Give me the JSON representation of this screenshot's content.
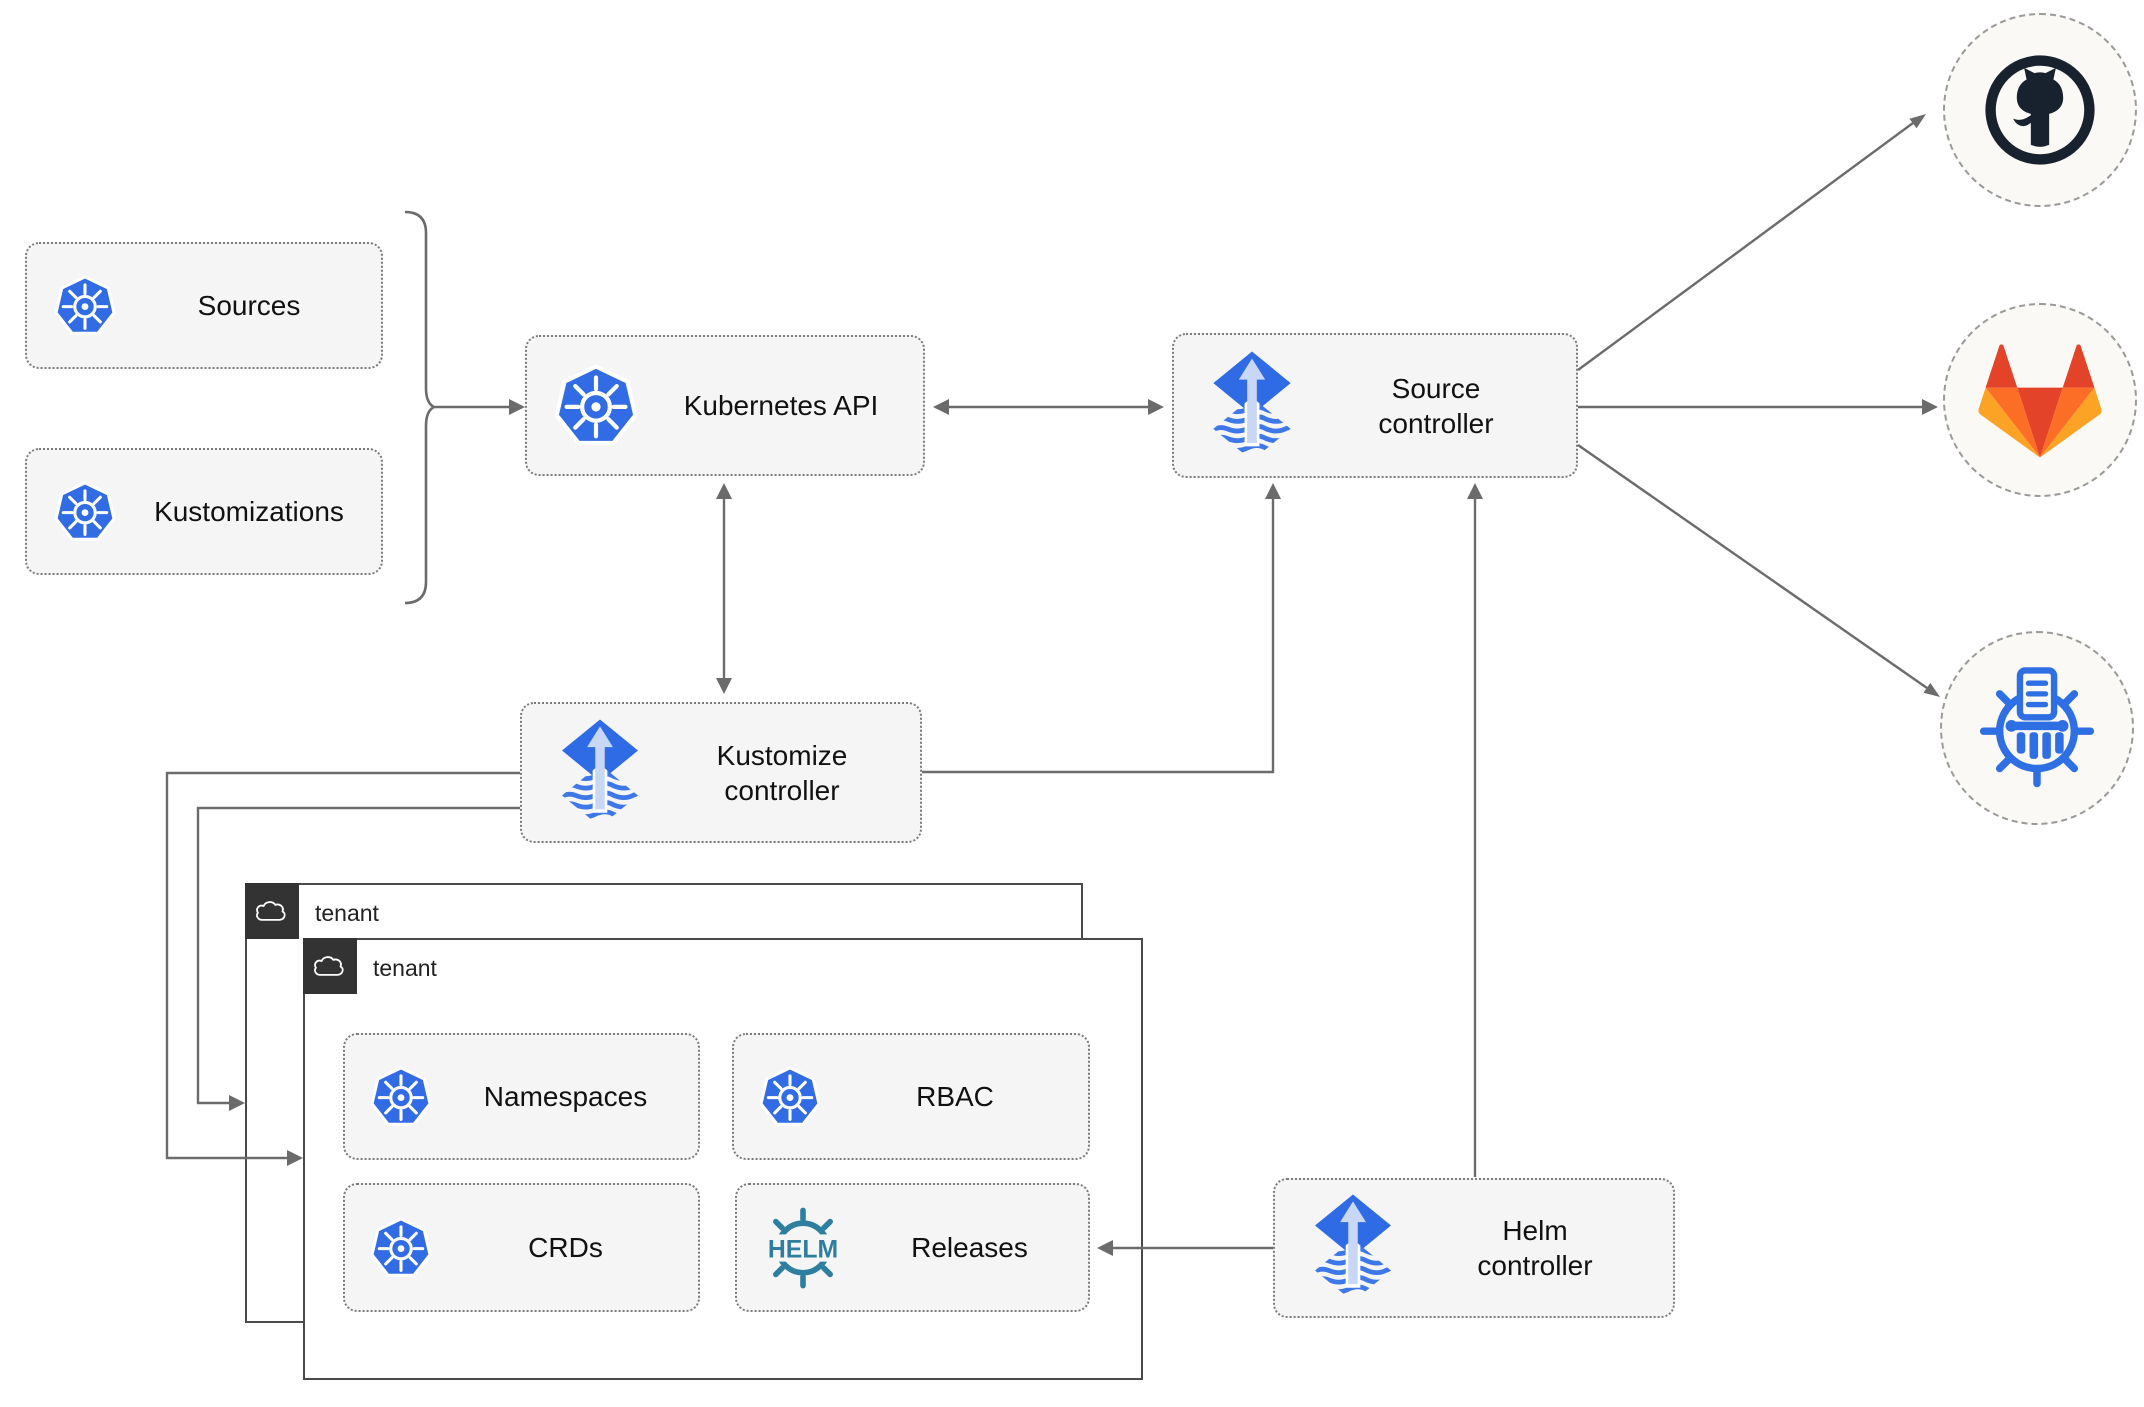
{
  "nodes": {
    "sources": {
      "label": "Sources"
    },
    "kustomizations": {
      "label": "Kustomizations"
    },
    "kubernetes_api": {
      "label": "Kubernetes API"
    },
    "source_controller": {
      "label": "Source controller"
    },
    "kustomize_controller": {
      "label": "Kustomize controller"
    },
    "helm_controller": {
      "label": "Helm controller"
    },
    "namespaces": {
      "label": "Namespaces"
    },
    "rbac": {
      "label": "RBAC"
    },
    "crds": {
      "label": "CRDs"
    },
    "releases": {
      "label": "Releases"
    }
  },
  "tenants": {
    "back": {
      "label": "tenant"
    },
    "front": {
      "label": "tenant"
    }
  },
  "logos": {
    "helm_text": "HELM"
  },
  "colors": {
    "kubernetes_blue": "#326CE5",
    "flux_blue": "#2E6BE5",
    "flux_wave_blue": "#3D77E8",
    "flux_arrow_pale": "#C7D7F5",
    "helm_teal": "#2E7E9F",
    "arrow_gray": "#6B6B6B",
    "node_fill": "#F5F5F5",
    "tenant_header": "#333333",
    "github_dark": "#18222E",
    "gitlab_red": "#E24329",
    "gitlab_orange": "#FC6D26",
    "gitlab_amber": "#FCA326",
    "repo_icon_blue": "#2F6FE4"
  }
}
